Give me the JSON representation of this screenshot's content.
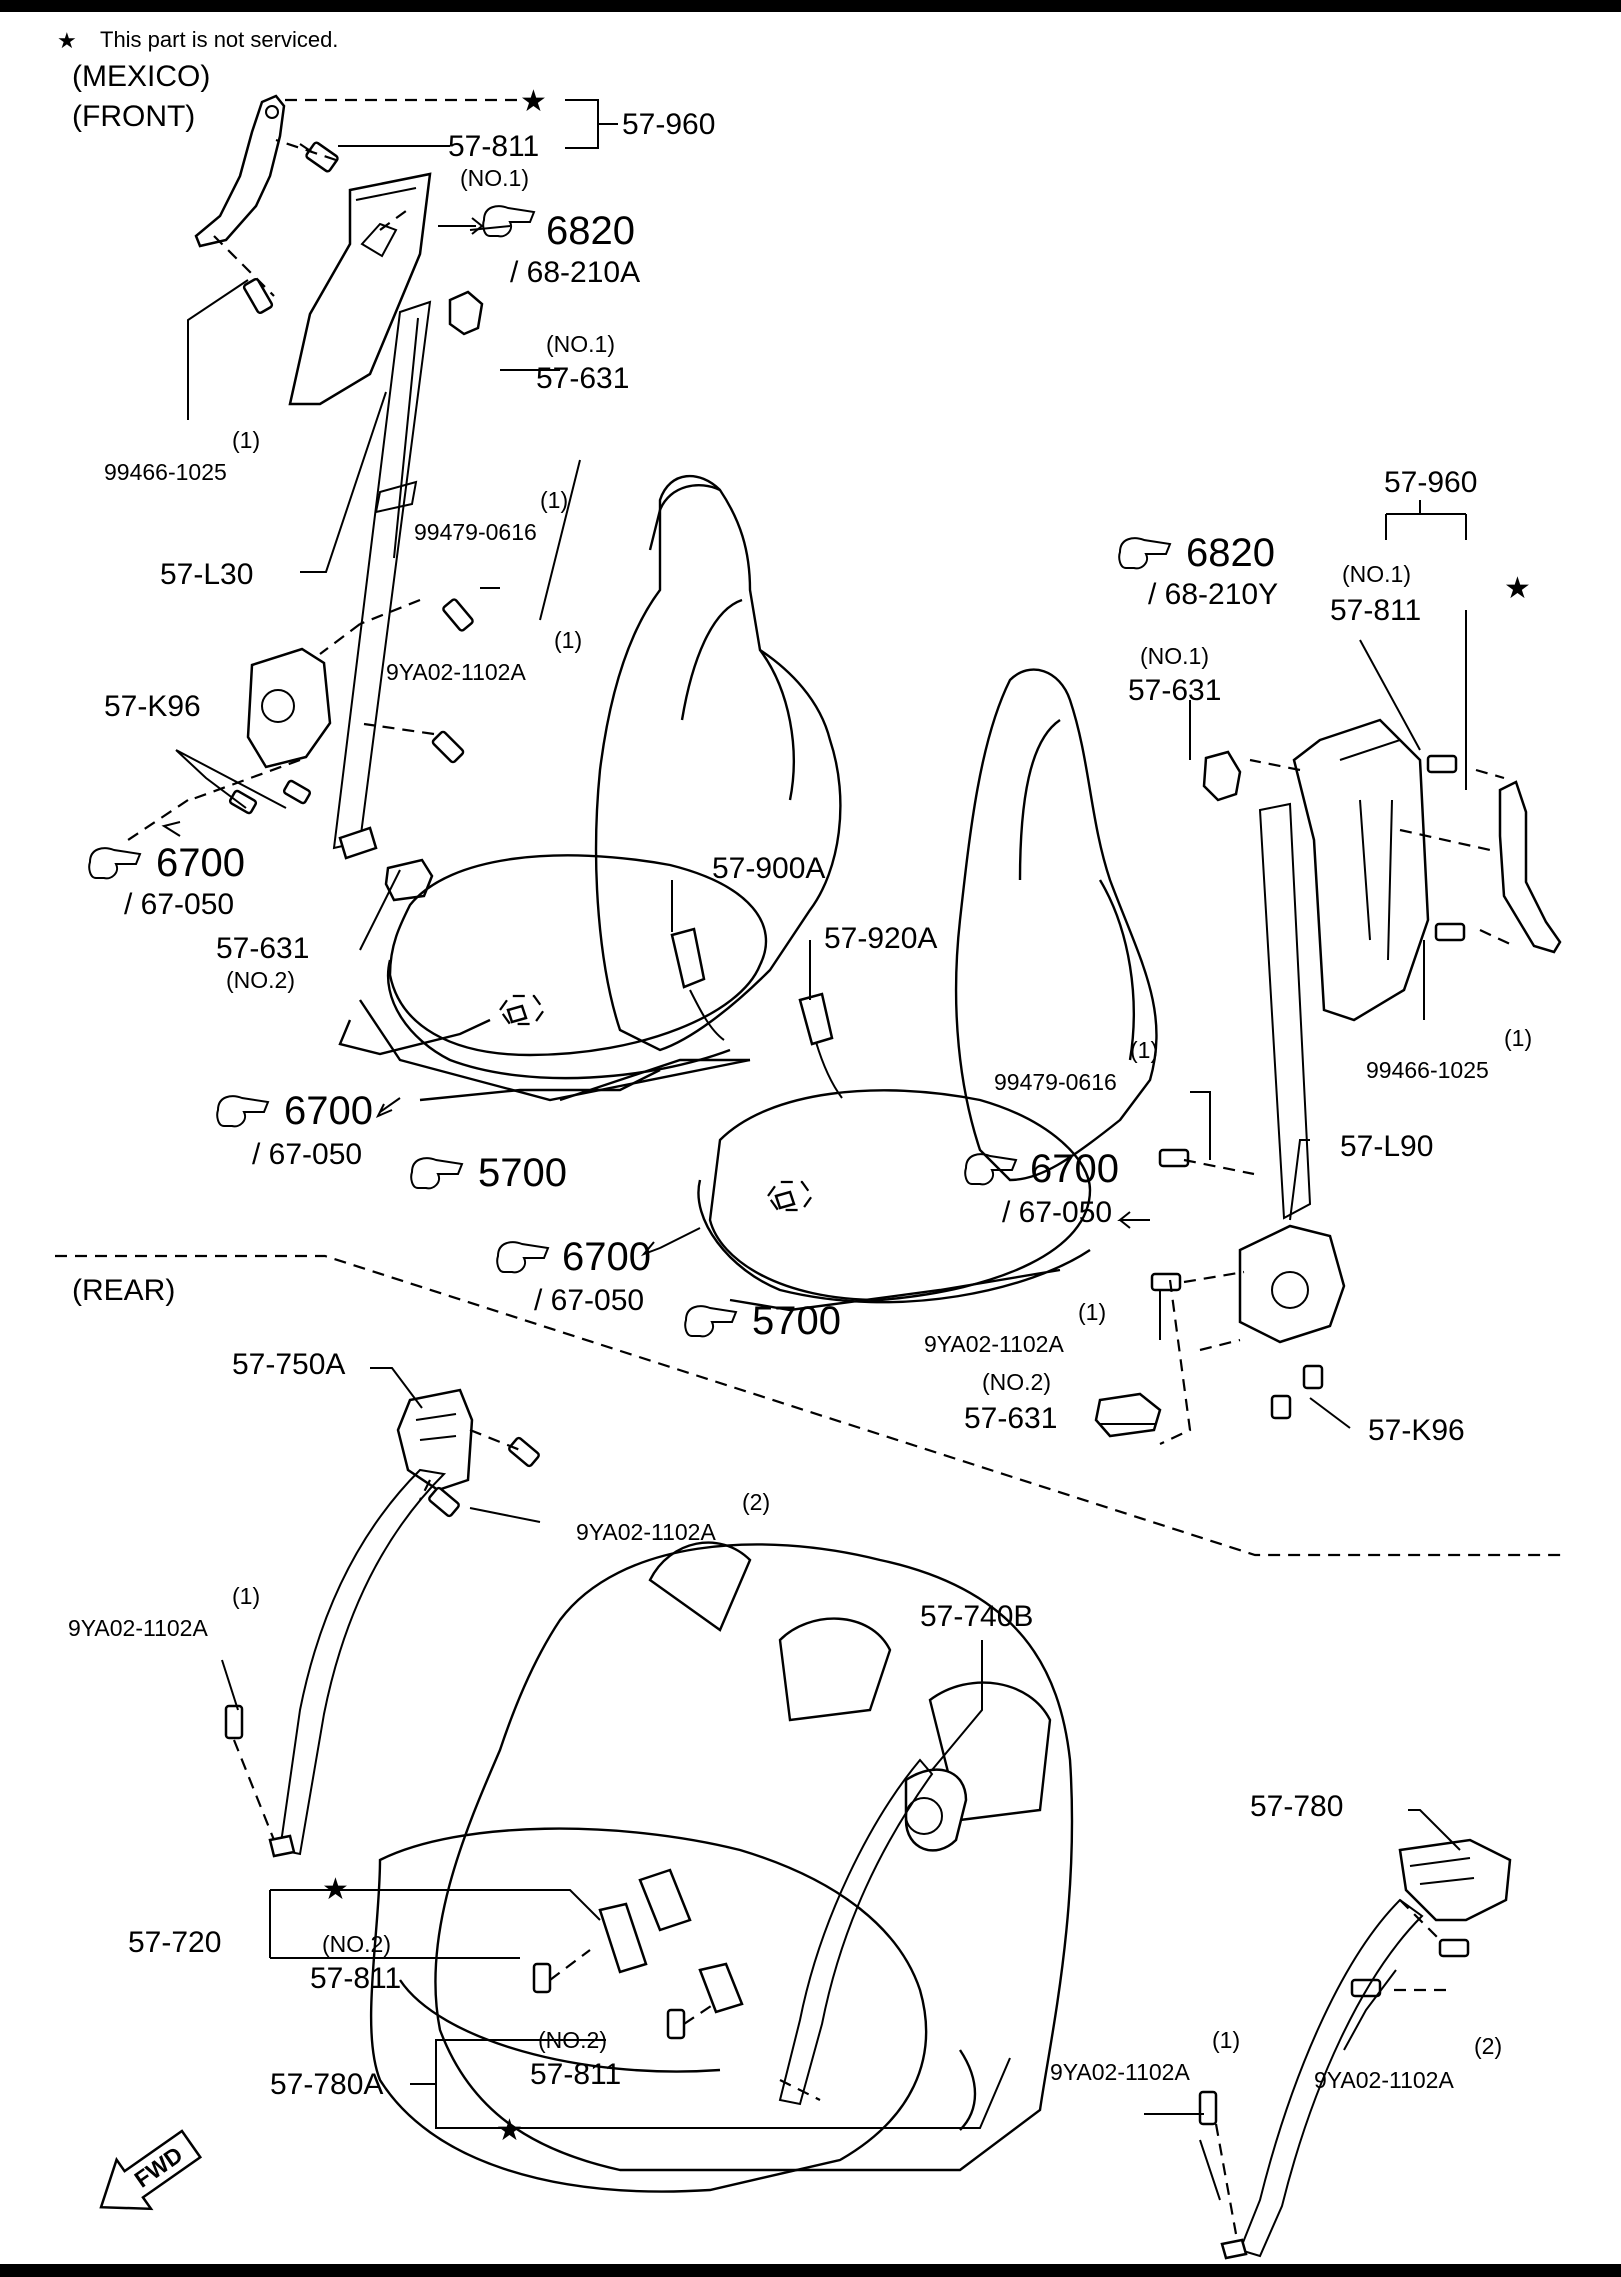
{
  "note": {
    "star": "★",
    "text": "This part is not serviced."
  },
  "sections": {
    "mexico": "(MEXICO)",
    "front": "(FRONT)",
    "rear": "(REAR)"
  },
  "callouts": {
    "c_6820_a": "6820",
    "c_68210a": "/ 68-210A",
    "c_6820_b": "6820",
    "c_68210y": "/ 68-210Y",
    "c_6700_a": "6700",
    "c_67050_a": "/ 67-050",
    "c_6700_b": "6700",
    "c_67050_b": "/ 67-050",
    "c_6700_c": "6700",
    "c_67050_c": "/ 67-050",
    "c_6700_d": "6700",
    "c_67050_d": "/ 67-050",
    "c_5700_a": "5700",
    "c_5700_b": "5700"
  },
  "labels": {
    "p57960_a": "57-960",
    "p57811_a": "57-811",
    "no1_a": "(NO.1)",
    "no1_b": "(NO.1)",
    "p57631_a": "57-631",
    "q1_a": "(1)",
    "p994661025_a": "99466-1025",
    "q1_b": "(1)",
    "p994790616_a": "99479-0616",
    "p57l30": "57-L30",
    "q1_c": "(1)",
    "p9ya_a": "9YA02-1102A",
    "p57k96_a": "57-K96",
    "p57631_b": "57-631",
    "no2_a": "(NO.2)",
    "p57900a": "57-900A",
    "p57920a": "57-920A",
    "p57960_b": "57-960",
    "no1_c": "(NO.1)",
    "p57811_b": "57-811",
    "no1_d": "(NO.1)",
    "p57631_c": "57-631",
    "q1_d": "(1)",
    "p994661025_b": "99466-1025",
    "q1_e": "(1)",
    "p994790616_b": "99479-0616",
    "p57l90": "57-L90",
    "q1_f": "(1)",
    "p9ya_b": "9YA02-1102A",
    "no2_b": "(NO.2)",
    "p57631_d": "57-631",
    "p57k96_b": "57-K96",
    "p57750a": "57-750A",
    "q2_a": "(2)",
    "p9ya_c": "9YA02-1102A",
    "q1_g": "(1)",
    "p9ya_d": "9YA02-1102A",
    "p57740b": "57-740B",
    "p57720": "57-720",
    "no2_c": "(NO.2)",
    "p57811_c": "57-811",
    "no2_d": "(NO.2)",
    "p57811_d": "57-811",
    "p57780a": "57-780A",
    "p57780": "57-780",
    "q1_h": "(1)",
    "p9ya_e": "9YA02-1102A",
    "q2_b": "(2)",
    "p9ya_f": "9YA02-1102A",
    "fwd": "FWD"
  }
}
